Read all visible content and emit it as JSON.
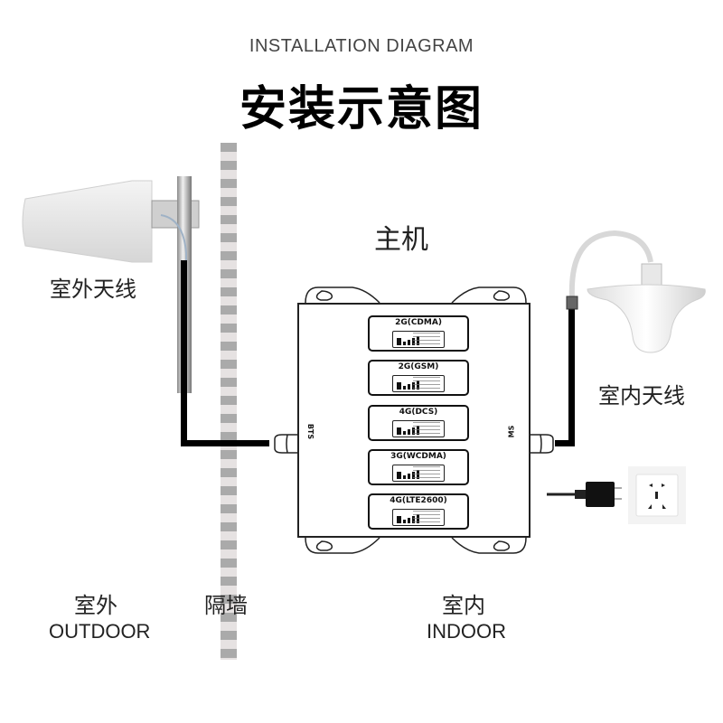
{
  "header": {
    "subtitle": "INSTALLATION DIAGRAM",
    "title": "安装示意图"
  },
  "labels": {
    "host": "主机",
    "outdoor_antenna": "室外天线",
    "indoor_antenna": "室内天线",
    "outdoor_cn": "室外",
    "outdoor_en": "OUTDOOR",
    "wall": "隔墙",
    "indoor_cn": "室内",
    "indoor_en": "INDOOR"
  },
  "repeater": {
    "port_left": "BTS",
    "port_right": "MS",
    "bands": [
      {
        "name": "2G(CDMA)"
      },
      {
        "name": "2G(GSM)"
      },
      {
        "name": "4G(DCS)"
      },
      {
        "name": "3G(WCDMA)"
      },
      {
        "name": "4G(LTE2600)"
      }
    ]
  },
  "colors": {
    "cable": "#000000",
    "wall_dark": "#aaaaaa",
    "wall_light": "#e6e2e2",
    "outline": "#222222"
  }
}
